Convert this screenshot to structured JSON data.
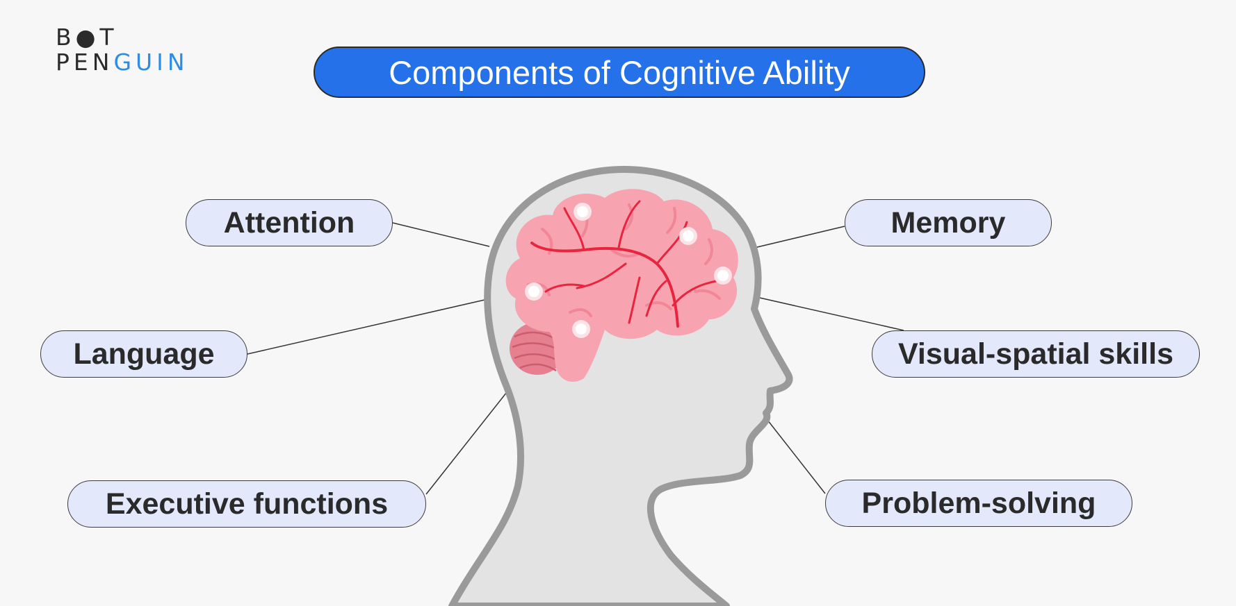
{
  "logo": {
    "line1": "B●T",
    "line2_a": "PEN",
    "line2_b": "GUIN"
  },
  "title": "Components of Cognitive Ability",
  "labels": {
    "attention": "Attention",
    "language": "Language",
    "executive": "Executive functions",
    "memory": "Memory",
    "visual": "Visual-spatial skills",
    "problem": "Problem-solving"
  },
  "colors": {
    "title_bg": "#2471ea",
    "pill_bg": "#e4e8fb",
    "brain": "#f8a3b0",
    "brain_veins": "#e8243f",
    "head": "#e3e3e3",
    "head_outline": "#9a9a9a",
    "logo_accent": "#2e8ce6"
  }
}
